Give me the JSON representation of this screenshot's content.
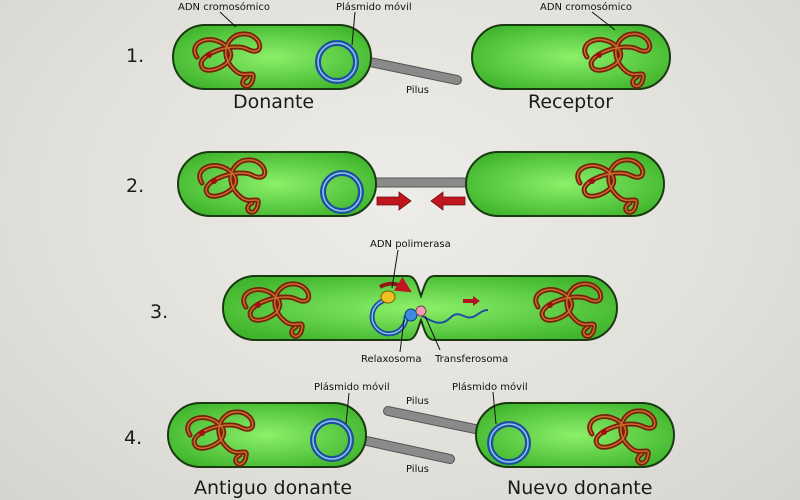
{
  "title": "Conjugación bacteriana",
  "colors": {
    "cell_fill": "#4fc93a",
    "cell_highlight": "#8cf06a",
    "cell_stroke": "#1a3a12",
    "chromosome": "#8b2a10",
    "chromosome_inner": "#c8702a",
    "plasmid": "#1f4fa0",
    "plasmid_inner": "#8ec8f0",
    "pilus": "#8a8a8a",
    "arrow": "#c0141e",
    "polymerase": "#f0c020",
    "relaxosome": "#3a8ae0",
    "transferosome": "#f0a0b0"
  },
  "steps": [
    {
      "number": "1.",
      "labels": {
        "chromosome_left": "ADN cromosómico",
        "plasmid": "Plásmido móvil",
        "chromosome_right": "ADN cromosómico",
        "pilus": "Pilus",
        "left_cell": "Donante",
        "right_cell": "Receptor"
      }
    },
    {
      "number": "2."
    },
    {
      "number": "3.",
      "labels": {
        "polymerase": "ADN polimerasa",
        "relaxosome": "Relaxosoma",
        "transferosome": "Transferosoma"
      }
    },
    {
      "number": "4.",
      "labels": {
        "plasmid_left": "Plásmido móvil",
        "plasmid_right": "Plásmido móvil",
        "pilus_top": "Pilus",
        "pilus_bottom": "Pilus",
        "left_cell": "Antiguo donante",
        "right_cell": "Nuevo donante"
      }
    }
  ]
}
